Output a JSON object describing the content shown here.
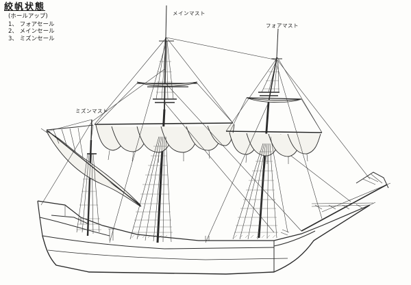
{
  "legend": {
    "title": "絞帆状態",
    "subtitle": "(ホールアップ)",
    "items": [
      "1、 フォアセール",
      "2、 メインセール",
      "3、 ミズンセール"
    ]
  },
  "mast_labels": {
    "main": "メインマスト",
    "fore": "フォアマスト",
    "mizzen": "ミズンマスト"
  }
}
